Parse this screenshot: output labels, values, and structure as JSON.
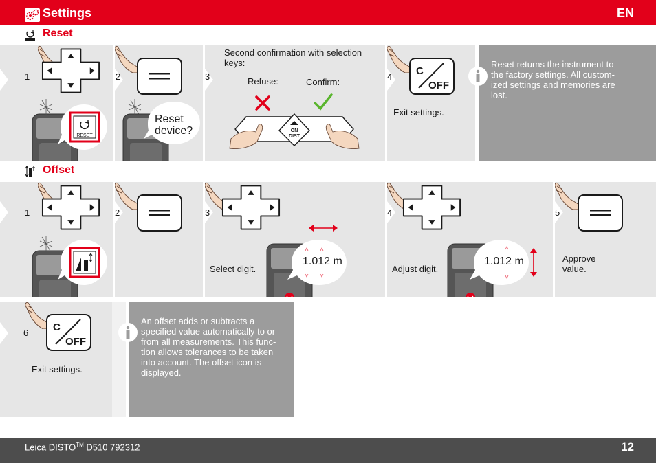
{
  "header": {
    "title": "Settings",
    "lang": "EN"
  },
  "reset": {
    "title": "Reset",
    "steps": [
      "1",
      "2",
      "3",
      "4"
    ],
    "reset_icon_label": "RESET",
    "bubble_line1": "Reset",
    "bubble_line2": "device?",
    "confirm_text": "Second confirmation with selection keys:",
    "refuse": "Refuse:",
    "confirm": "Confirm:",
    "ondist_on": "ON",
    "ondist_dist": "DIST",
    "exit": "Exit settings.",
    "info": "Reset returns the instrument to the factory settings. All custom-ized settings and memories are lost."
  },
  "offset": {
    "title": "Offset",
    "steps": [
      "1",
      "2",
      "3",
      "4",
      "5",
      "6"
    ],
    "select_digit": "Select digit.",
    "adjust_digit": "Adjust digit.",
    "approve": "Approve value.",
    "value1": "1.012 m",
    "value2": "1.012 m",
    "exit": "Exit settings.",
    "info": "An offset adds or subtracts a specified value automatically to or from all measurements. This func-tion allows tolerances to be taken into account. The offset icon is displayed."
  },
  "keys": {
    "c": "C",
    "off": "OFF"
  },
  "footer": {
    "doc_prefix": "Leica DISTO",
    "doc_tm": "TM",
    "doc_suffix": " D510 792312",
    "page": "12"
  },
  "colors": {
    "brand_red": "#e2001a",
    "panel_gray": "#e6e6e6",
    "info_gray": "#9c9c9c",
    "footer_gray": "#4d4d4d",
    "confirm_green": "#5ab52e"
  },
  "icons": [
    "settings-icon",
    "reset-section-icon",
    "offset-section-icon",
    "hand-icon",
    "dpad-icon",
    "equals-key-icon",
    "c-off-key-icon",
    "info-icon",
    "reset-icon",
    "offset-icon",
    "refuse-x-icon",
    "confirm-check-icon",
    "device-icon",
    "horizontal-arrow-icon",
    "vertical-arrow-icon"
  ]
}
